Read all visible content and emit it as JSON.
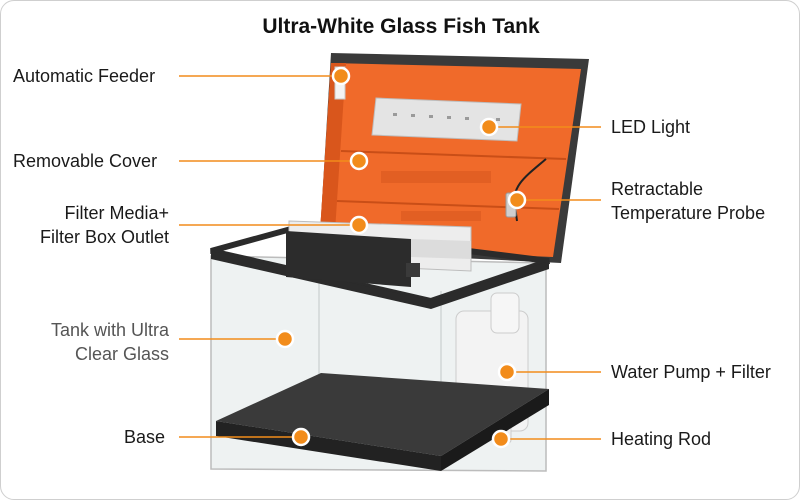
{
  "title": "Ultra-White Glass Fish Tank",
  "colors": {
    "accent": "#f28c1b",
    "cover": "#f06a2a",
    "frame": "#2b2b2b",
    "glass": "#e8ecec"
  },
  "labels": {
    "automatic_feeder": "Automatic Feeder",
    "removable_cover": "Removable Cover",
    "filter_media_line1": "Filter Media+",
    "filter_media_line2": "Filter Box Outlet",
    "tank_glass_line1": "Tank with Ultra",
    "tank_glass_line2": "Clear Glass",
    "base": "Base",
    "led_light": "LED Light",
    "temp_probe_line1": "Retractable",
    "temp_probe_line2": "Temperature Probe",
    "water_pump": "Water Pump + Filter",
    "heating_rod": "Heating Rod"
  }
}
